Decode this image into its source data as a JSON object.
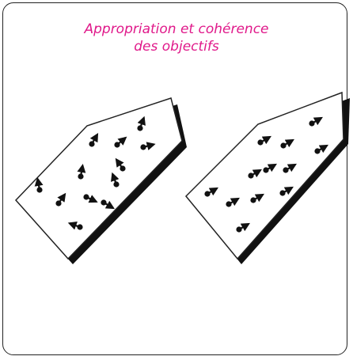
{
  "title": {
    "line1": "Appropriation et cohérence",
    "line2": "des objectifs"
  },
  "colors": {
    "title": "#e0198a",
    "outline": "#222222",
    "shadow": "#111111",
    "arrow": "#111111"
  },
  "panels": [
    {
      "id": "left",
      "description_icons": "scattered-arrows",
      "arrow_count": 12
    },
    {
      "id": "right",
      "description_icons": "aligned-arrows",
      "arrow_count": 12
    }
  ]
}
